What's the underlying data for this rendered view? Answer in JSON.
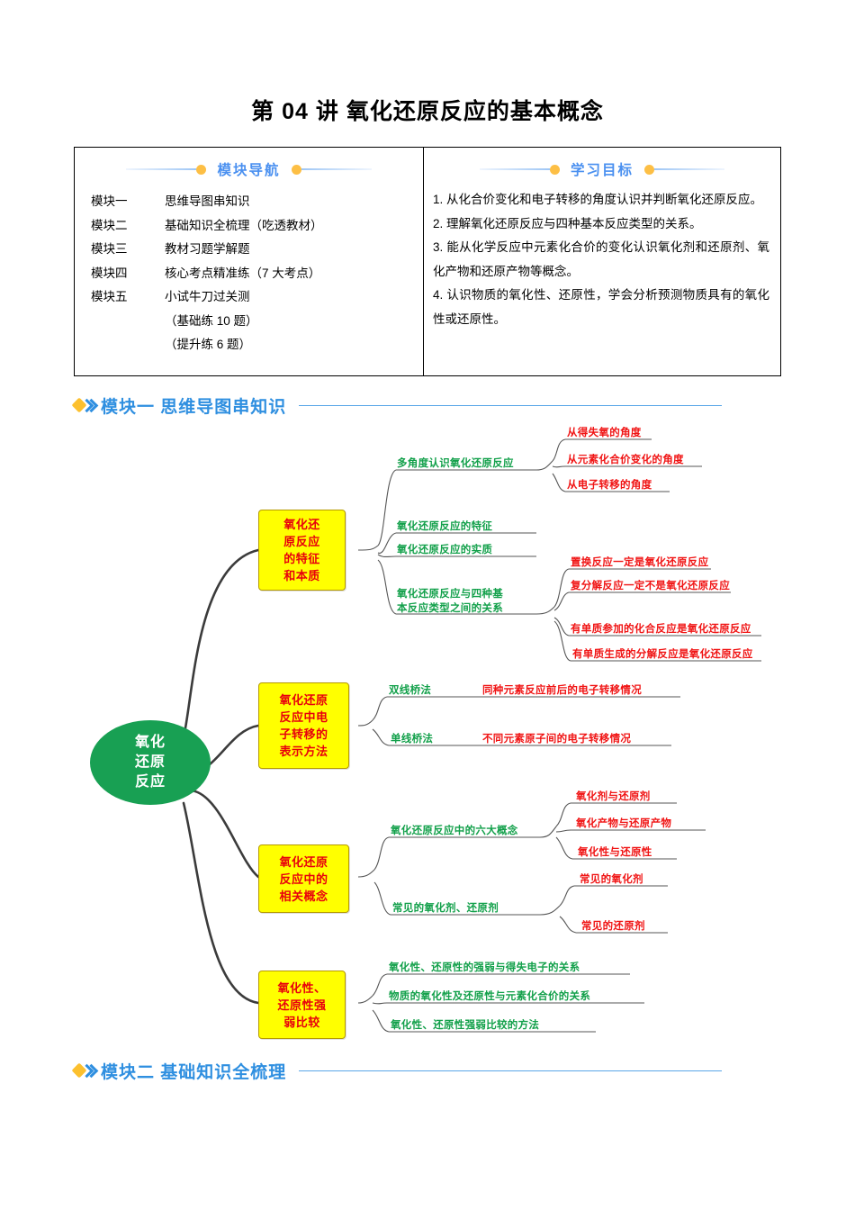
{
  "title": "第 04 讲   氧化还原反应的基本概念",
  "nav_panel": {
    "heading": "模块导航",
    "items": [
      {
        "key": "模块一",
        "value": "思维导图串知识"
      },
      {
        "key": "模块二",
        "value": "基础知识全梳理（吃透教材）"
      },
      {
        "key": "模块三",
        "value": "教材习题学解题"
      },
      {
        "key": "模块四",
        "value": "核心考点精准练（7 大考点）"
      },
      {
        "key": "模块五",
        "value": "小试牛刀过关测"
      },
      {
        "key": "",
        "value": "（基础练 10 题）"
      },
      {
        "key": "",
        "value": "（提升练 6 题）"
      }
    ]
  },
  "goal_panel": {
    "heading": "学习目标",
    "items": [
      "1. 从化合价变化和电子转移的角度认识并判断氧化还原反应。",
      "2. 理解氧化还原反应与四种基本反应类型的关系。",
      "3. 能从化学反应中元素化合价的变化认识氧化剂和还原剂、氧化产物和还原产物等概念。",
      "4. 认识物质的氧化性、还原性，学会分析预测物质具有的氧化性或还原性。"
    ]
  },
  "sections": [
    {
      "label": "模块一 思维导图串知识"
    },
    {
      "label": "模块二 基础知识全梳理"
    }
  ],
  "mindmap": {
    "root": "氧化\n还原\n反应",
    "root_lines": [
      "氧化",
      "还原",
      "反应"
    ],
    "branches": [
      {
        "box_lines": [
          "氧化还",
          "原反应",
          "的特征",
          "和本质"
        ],
        "children": [
          {
            "label": "多角度认识氧化还原反应",
            "leaves": [
              "从得失氧的角度",
              "从元素化合价变化的角度",
              "从电子转移的角度"
            ]
          },
          {
            "label": "氧化还原反应的特征",
            "leaves": []
          },
          {
            "label": "氧化还原反应的实质",
            "leaves": []
          },
          {
            "label": "氧化还原反应与四种基\n本反应类型之间的关系",
            "label_lines": [
              "氧化还原反应与四种基",
              "本反应类型之间的关系"
            ],
            "leaves": [
              "置换反应一定是氧化还原反应",
              "复分解反应一定不是氧化还原反应",
              "有单质参加的化合反应是氧化还原反应",
              "有单质生成的分解反应是氧化还原反应"
            ]
          }
        ]
      },
      {
        "box_lines": [
          "氧化还原",
          "反应中电",
          "子转移的",
          "表示方法"
        ],
        "children": [
          {
            "label": "双线桥法",
            "leaves": [
              "同种元素反应前后的电子转移情况"
            ]
          },
          {
            "label": "单线桥法",
            "leaves": [
              "不同元素原子间的电子转移情况"
            ]
          }
        ]
      },
      {
        "box_lines": [
          "氧化还原",
          "反应中的",
          "相关概念"
        ],
        "children": [
          {
            "label": "氧化还原反应中的六大概念",
            "leaves": [
              "氧化剂与还原剂",
              "氧化产物与还原产物",
              "氧化性与还原性"
            ]
          },
          {
            "label": "常见的氧化剂、还原剂",
            "leaves": [
              "常见的氧化剂",
              "常见的还原剂"
            ]
          }
        ]
      },
      {
        "box_lines": [
          "氧化性、",
          "还原性强",
          "弱比较"
        ],
        "children": [
          {
            "label": "氧化性、还原性的强弱与得失电子的关系",
            "leaves": []
          },
          {
            "label": "物质的氧化性及还原性与元素化合价的关系",
            "leaves": []
          },
          {
            "label": "氧化性、还原性强弱比较的方法",
            "leaves": []
          }
        ]
      }
    ]
  },
  "colors": {
    "accent_blue": "#2f8fe0",
    "heading_blue": "#4a90f0",
    "dot_orange": "#fdbf45",
    "root_green": "#18a053",
    "box_yellow": "#ffff00",
    "box_border": "#b59a00",
    "box_text_red": "#e8000d",
    "label_green": "#12a04a",
    "label_red": "#f01414",
    "connector_gray": "#3b3b3b"
  }
}
